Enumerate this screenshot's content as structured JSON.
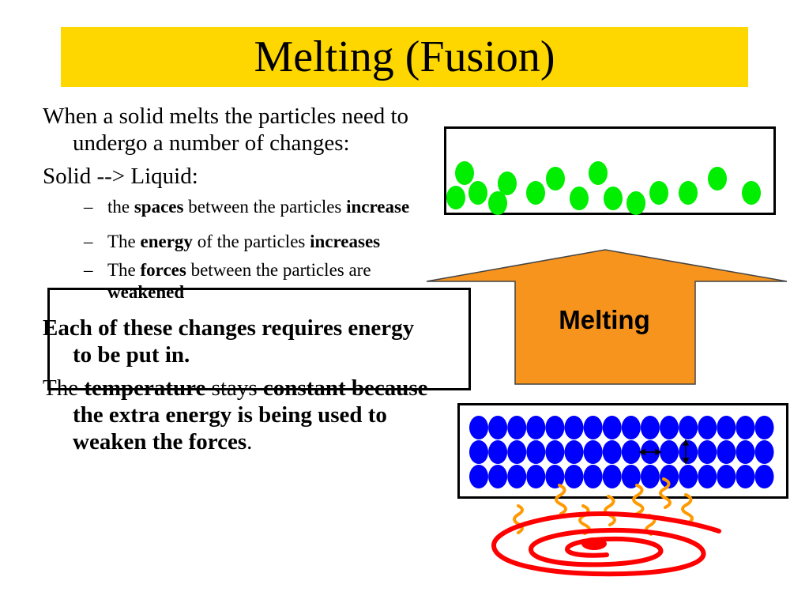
{
  "slide": {
    "title": "Melting (Fusion)",
    "intro": "When a solid melts the particles need to undergo a number of changes:",
    "solid_liquid": "Solid --> Liquid:",
    "changes": [
      {
        "dash": "–",
        "pre": "the ",
        "key": "spaces",
        "mid": " between the particles ",
        "result": "increase"
      },
      {
        "dash": "–",
        "pre": "The ",
        "key": "energy",
        "mid": " of the particles ",
        "result": "increases"
      },
      {
        "dash": "–",
        "pre": "The ",
        "key": "forces",
        "mid": " between the particles are ",
        "result": "weakened"
      }
    ],
    "energy_statement": "Each of these changes requires energy to be put in.",
    "temperature": {
      "pre": "The ",
      "key1": "temperature",
      "mid": " stays ",
      "key2": "constant",
      "rest": " because the extra energy is being used to weaken the forces",
      "end": "."
    }
  },
  "diagram": {
    "arrow_label": "Melting",
    "colors": {
      "title_bar": "#ffd700",
      "liquid_particle": "#00ee00",
      "solid_particle": "#0000ff",
      "arrow_fill": "#f7941d",
      "heat_wave": "#ff9900",
      "burner": "#ff0000"
    }
  }
}
